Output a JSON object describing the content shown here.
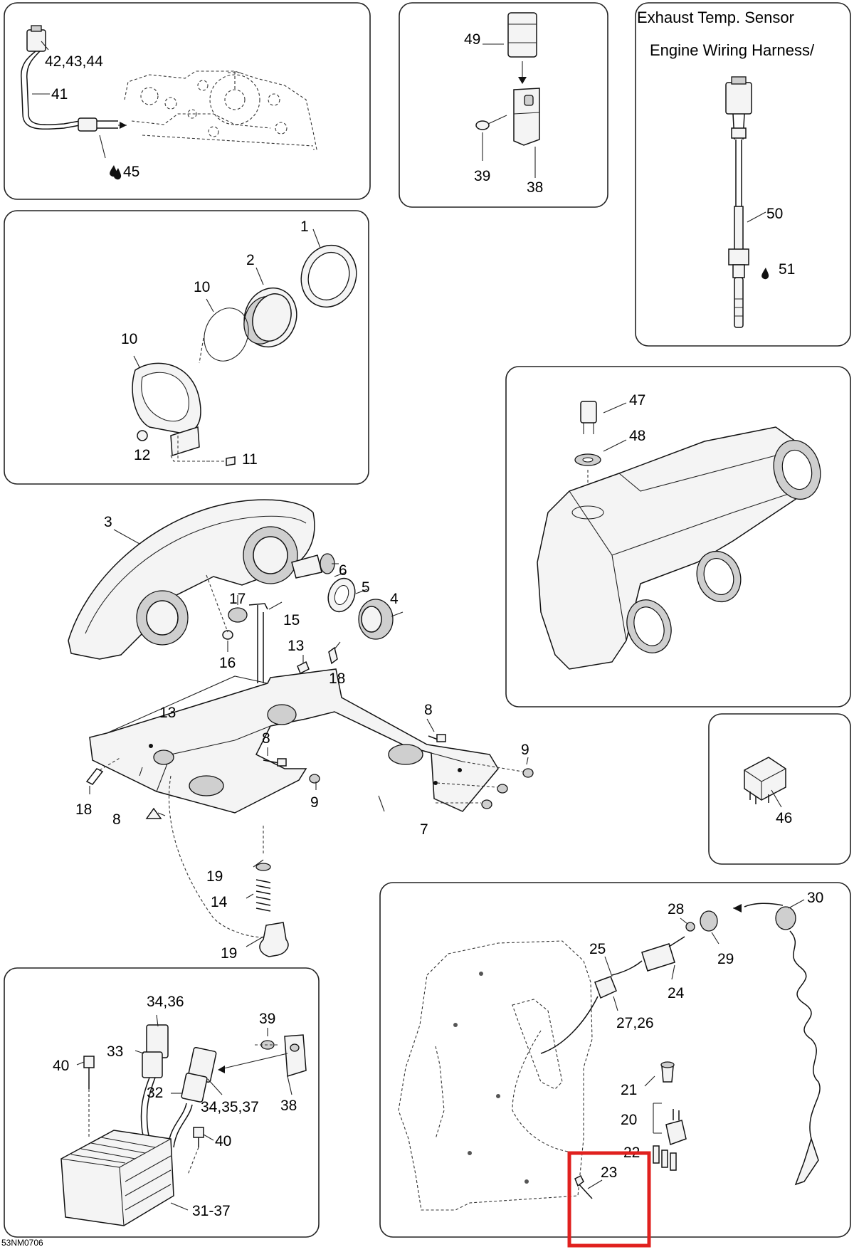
{
  "header": {
    "sensor_title_line1": "Exhaust Temp. Sensor",
    "sensor_title_line2": "Engine Wiring Harness/"
  },
  "footer": {
    "drawing_code": "53NM0706"
  },
  "labels": {
    "l42": "42,43,44",
    "l41": "41",
    "l45": "45",
    "l49": "49",
    "l39a": "39",
    "l38a": "38",
    "l50": "50",
    "l51": "51",
    "l1": "1",
    "l2": "2",
    "l10a": "10",
    "l10b": "10",
    "l12": "12",
    "l11": "11",
    "l47": "47",
    "l48": "48",
    "l3": "3",
    "l6": "6",
    "l5": "5",
    "l4": "4",
    "l17": "17",
    "l15": "15",
    "l16": "16",
    "l13a": "13",
    "l18a": "18",
    "l13b": "13",
    "l8a": "8",
    "l9a": "9",
    "l8b": "8",
    "l9b": "9",
    "l18b": "18",
    "l8c": "8",
    "l7": "7",
    "l46": "46",
    "l19a": "19",
    "l14": "14",
    "l19b": "19",
    "l34a": "34,36",
    "l33": "33",
    "l40a": "40",
    "l32": "32",
    "l34b": "34,35,37",
    "l39b": "39",
    "l38b": "38",
    "l40b": "40",
    "l31": "31-37",
    "l30": "30",
    "l28": "28",
    "l29": "29",
    "l25": "25",
    "l24": "24",
    "l27": "27,26",
    "l21": "21",
    "l20": "20",
    "l22": "22",
    "l23": "23"
  },
  "highlight": {
    "color": "#e0201e",
    "target_part": "23"
  }
}
